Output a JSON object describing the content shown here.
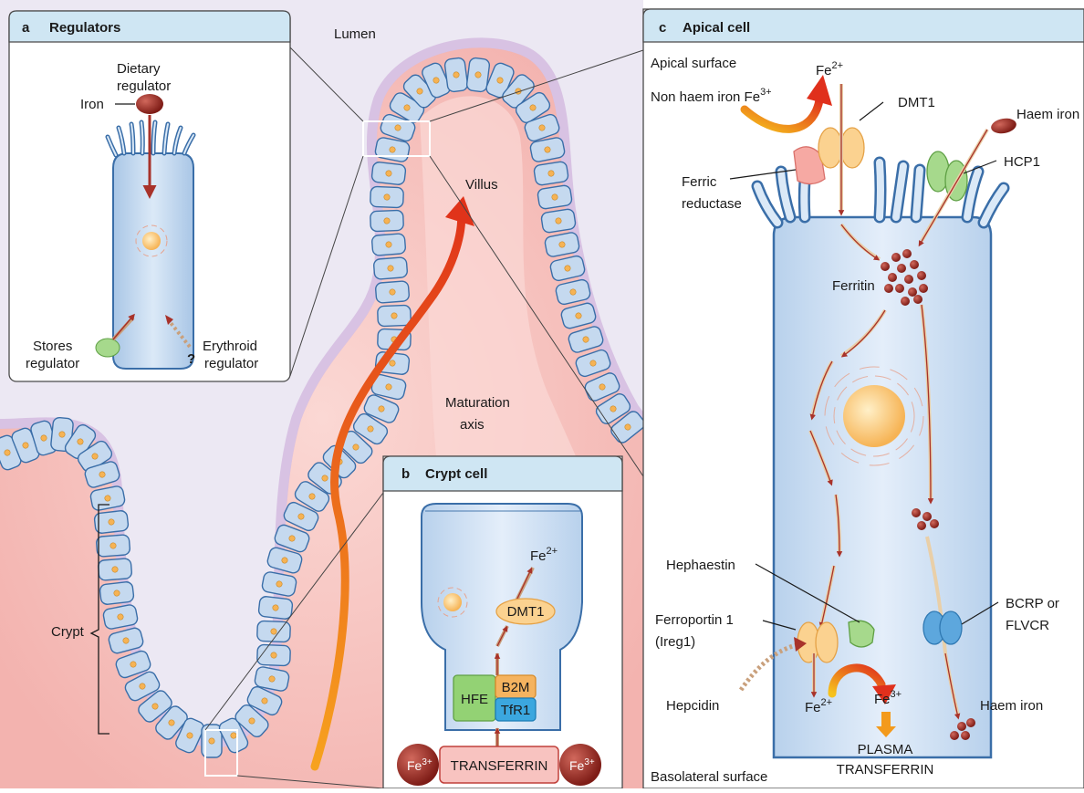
{
  "background": {
    "lumen_label": "Lumen",
    "villus_label": "Villus",
    "maturation_label_1": "Maturation",
    "maturation_label_2": "axis",
    "crypt_label": "Crypt"
  },
  "panel_a": {
    "letter": "a",
    "title": "Regulators",
    "dietary_1": "Dietary",
    "dietary_2": "regulator",
    "iron": "Iron",
    "stores_1": "Stores",
    "stores_2": "regulator",
    "erythroid_1": "Erythroid",
    "erythroid_2": "regulator",
    "question": "?"
  },
  "panel_b": {
    "letter": "b",
    "title": "Crypt cell",
    "fe2_base": "Fe",
    "fe2_sup": "2+",
    "dmt1": "DMT1",
    "hfe": "HFE",
    "b2m": "B2M",
    "tfr1": "TfR1",
    "transferrin": "TRANSFERRIN",
    "fe3_base": "Fe",
    "fe3_sup": "3+"
  },
  "panel_c": {
    "letter": "c",
    "title": "Apical cell",
    "apical_surface": "Apical surface",
    "fe2_base": "Fe",
    "fe2_sup": "2+",
    "non_haem_base": "Non haem iron Fe",
    "non_haem_sup": "3+",
    "dmt1": "DMT1",
    "haem_iron_top": "Haem iron",
    "hcp1": "HCP1",
    "ferric_1": "Ferric",
    "ferric_2": "reductase",
    "ferritin": "Ferritin",
    "hephaestin": "Hephaestin",
    "ferroportin_1": "Ferroportin 1",
    "ferroportin_2": "(Ireg1)",
    "bcrp_1": "BCRP or",
    "bcrp_2": "FLVCR",
    "hepcidin": "Hepcidin",
    "fe2_out_base": "Fe",
    "fe2_out_sup": "2+",
    "fe3_out_base": "Fe",
    "fe3_out_sup": "3+",
    "haem_iron_bottom": "Haem iron",
    "plasma_1": "PLASMA",
    "plasma_2": "TRANSFERRIN",
    "basolateral": "Basolateral surface"
  },
  "colors": {
    "lumen": "#ece8f3",
    "tissue": "#f7c9c6",
    "cell_fill": "#c5d9ef",
    "cell_stroke": "#3a6ea8",
    "header_fill": "#cfe6f3",
    "iron_ball": "#9e2a22",
    "arrow": "#a8322a"
  }
}
